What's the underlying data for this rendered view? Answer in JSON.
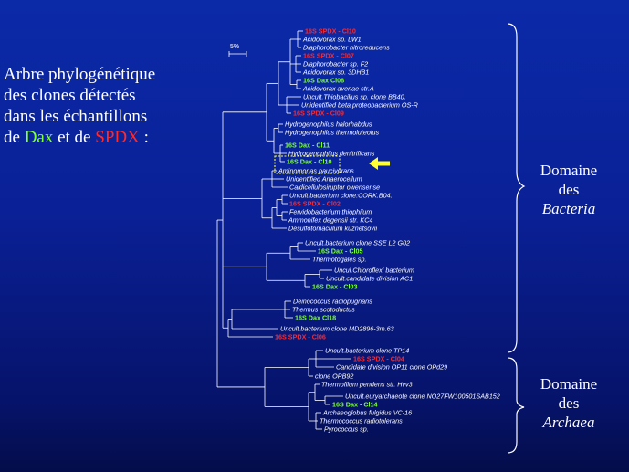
{
  "title": {
    "line1": "Arbre phylogénétique",
    "line2": "des clones détectés",
    "line3": "dans les échantillons",
    "line4_pre": "de ",
    "line4_dax": "Dax",
    "line4_mid": " et de ",
    "line4_spdx": "SPDX",
    "line4_post": " :"
  },
  "scale_label": "5%",
  "domains": {
    "bacteria": {
      "line1": "Domaine",
      "line2": "des",
      "line3": "Bacteria"
    },
    "archaea": {
      "line1": "Domaine",
      "line2": "des",
      "line3": "Archaea"
    }
  },
  "colors": {
    "white": "#ffffff",
    "red": "#ff2a2a",
    "green": "#7fff3a",
    "yellow": "#ffff33"
  },
  "leaves": [
    {
      "label": "16S SPDX - Cl10",
      "color": "red"
    },
    {
      "label": "Acidovorax sp. LW1",
      "color": "white"
    },
    {
      "label": "Diaphorobacter nitroreducens",
      "color": "white"
    },
    {
      "label": "16S SPDX - Cl07",
      "color": "red"
    },
    {
      "label": "Diaphorobacter sp. F2",
      "color": "white"
    },
    {
      "label": "Acidovorax sp. 3DHB1",
      "color": "white"
    },
    {
      "label": "16S Dax Cl08",
      "color": "green"
    },
    {
      "label": "Acidovorax avenae str.A",
      "color": "white"
    },
    {
      "label": "Uncult.Thiobacillus sp. clone BB40.",
      "color": "white"
    },
    {
      "label": "Unidentified beta proteobacterium OS-R",
      "color": "white"
    },
    {
      "label": "16S SPDX - Cl09",
      "color": "red"
    },
    {
      "label": "Hydrogenophilus halorhabdus",
      "color": "white"
    },
    {
      "label": "Hydrogenophilus thermoluteolus",
      "color": "white"
    },
    {
      "label": "16S Dax - Cl11",
      "color": "green"
    },
    {
      "label": "Hydrogenophilus denitrificans",
      "color": "white"
    },
    {
      "label": "16S Dax - Cl10",
      "color": "green"
    },
    {
      "label": "Aminomonas paucivorans",
      "color": "white"
    },
    {
      "label": "Unidentified Anaerocellum",
      "color": "white"
    },
    {
      "label": "Caldicellulosiruptor owensense",
      "color": "white"
    },
    {
      "label": "Uncult.bacterium clone:CORK.B04.",
      "color": "white"
    },
    {
      "label": "16S SPDX - Cl02",
      "color": "red"
    },
    {
      "label": "Fervidobacterium thiophilum",
      "color": "white"
    },
    {
      "label": "Ammonifex degensii str. KC4",
      "color": "white"
    },
    {
      "label": "Desulfotomaculum kuznetsovii",
      "color": "white"
    },
    {
      "label": "Uncult.bacterium clone SSE L2 G02",
      "color": "white"
    },
    {
      "label": "16S Dax - Cl05",
      "color": "green"
    },
    {
      "label": "Thermotogales sp.",
      "color": "white"
    },
    {
      "label": "Uncul.Chloroflexi bacterium",
      "color": "white"
    },
    {
      "label": "Uncult.candidate division AC1",
      "color": "white"
    },
    {
      "label": "16S Dax - Cl03",
      "color": "green"
    },
    {
      "label": "Deinococcus radiopugnans",
      "color": "white"
    },
    {
      "label": "Thermus scotoductus",
      "color": "white"
    },
    {
      "label": "16S Dax Cl18",
      "color": "green"
    },
    {
      "label": "Uncult.bacterium clone MD2896-3m.63",
      "color": "white"
    },
    {
      "label": "16S SPDX - Cl06",
      "color": "red"
    },
    {
      "label": "Uncult.bacterium clone TP14",
      "color": "white"
    },
    {
      "label": "16S SPDX - Cl04",
      "color": "red"
    },
    {
      "label": "Candidate division OP11 clone OPd29",
      "color": "white"
    },
    {
      "label": "clone OPB92",
      "color": "white"
    },
    {
      "label": "Thermofilum pendens str. Hvv3",
      "color": "white"
    },
    {
      "label": "Uncult.euryarchaeote clone NO27FW100501SAB152",
      "color": "white"
    },
    {
      "label": "16S Dax - Cl14",
      "color": "green"
    },
    {
      "label": "Archaeoglobus fulgidus VC-16",
      "color": "white"
    },
    {
      "label": "Thermococcus radiotolerans",
      "color": "white"
    },
    {
      "label": "Pyrococcus sp.",
      "color": "white"
    }
  ]
}
